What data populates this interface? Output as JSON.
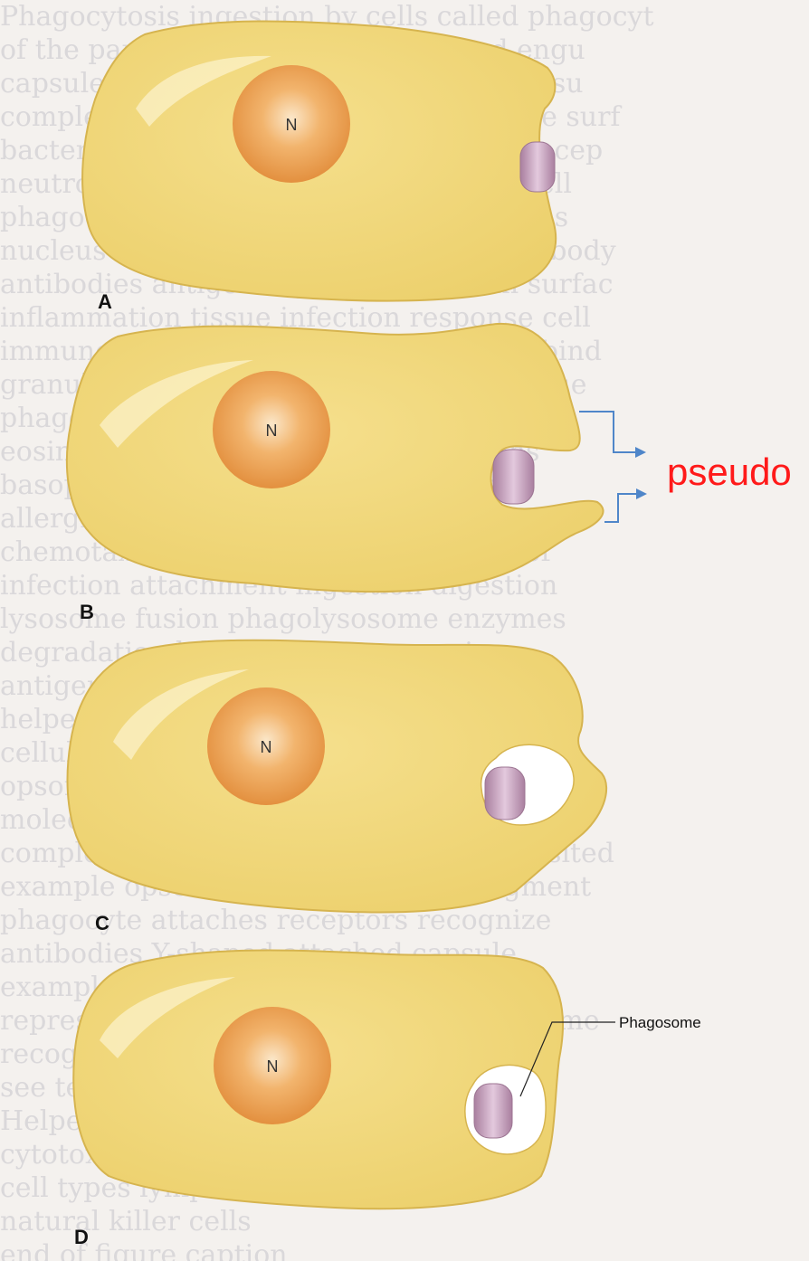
{
  "panels": [
    {
      "letter": "A",
      "nucleus": "N",
      "stage": "attachment"
    },
    {
      "letter": "B",
      "nucleus": "N",
      "stage": "pseudopod-extension"
    },
    {
      "letter": "C",
      "nucleus": "N",
      "stage": "engulfment"
    },
    {
      "letter": "D",
      "nucleus": "N",
      "stage": "phagosome-formed"
    }
  ],
  "annotations": {
    "pseudo_label": "pseudo",
    "phagosome_label": "Phagosome"
  },
  "colors": {
    "cell_fill": "#f0d77a",
    "cell_edge": "#d9b955",
    "nucleus": "#e99a47",
    "bacterium": "#c9a3bf",
    "arrow": "#4f86c9",
    "pseudo_text": "#ff1a1a"
  },
  "icons": [
    "bacterium-capsule-icon",
    "bracket-arrow-icon"
  ]
}
